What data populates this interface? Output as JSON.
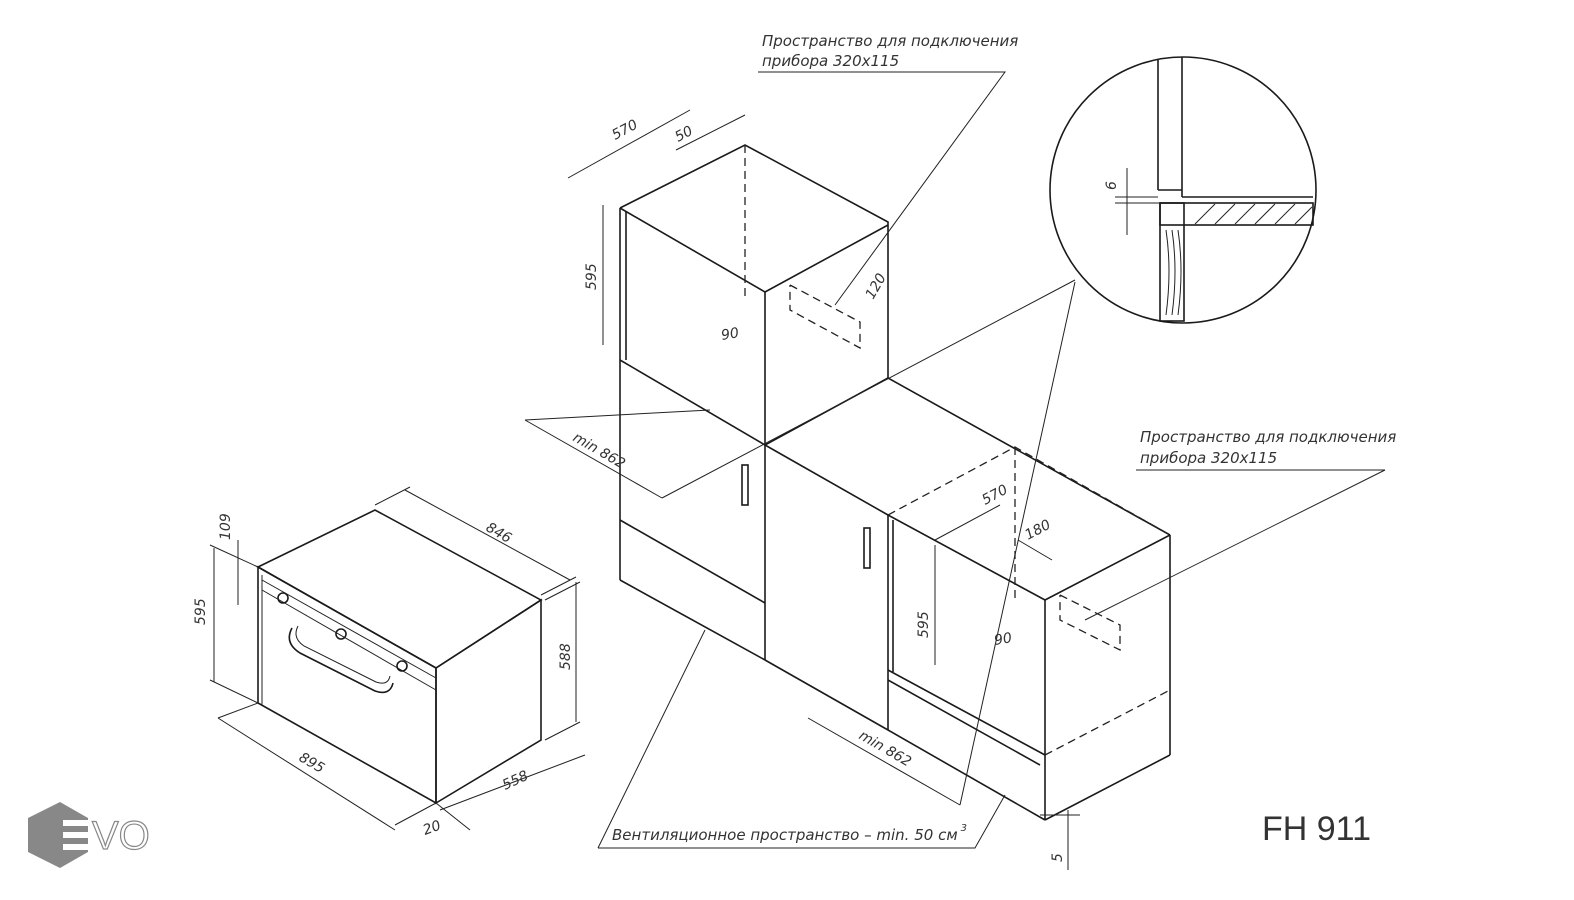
{
  "title": "FH 911",
  "brand": "EVO",
  "notes": {
    "connection_space_1": {
      "line1": "Пространство для подключения",
      "line2": "прибора 320x115"
    },
    "connection_space_2": {
      "line1": "Пространство для подключения",
      "line2": "прибора 320x115"
    },
    "ventilation": "Вентиляционное пространство – min. 50 см",
    "ventilation_sup": "3"
  },
  "dimensions": {
    "tall_depth": "570",
    "tall_gap": "50",
    "tall_height": "595",
    "tall_cutout": "120",
    "tall_angle": "90",
    "tall_min": "min 862",
    "detail_gap": "6",
    "oven_width_top": "846",
    "oven_panel": "109",
    "oven_height": "595",
    "oven_body_height": "588",
    "oven_width": "895",
    "oven_depth": "558",
    "oven_front": "20",
    "under_depth": "570",
    "under_cutout": "180",
    "under_height": "595",
    "under_angle": "90",
    "under_min": "min 862",
    "under_gap": "5"
  },
  "colors": {
    "line": "#1a1a1a",
    "logo": "#888888"
  }
}
